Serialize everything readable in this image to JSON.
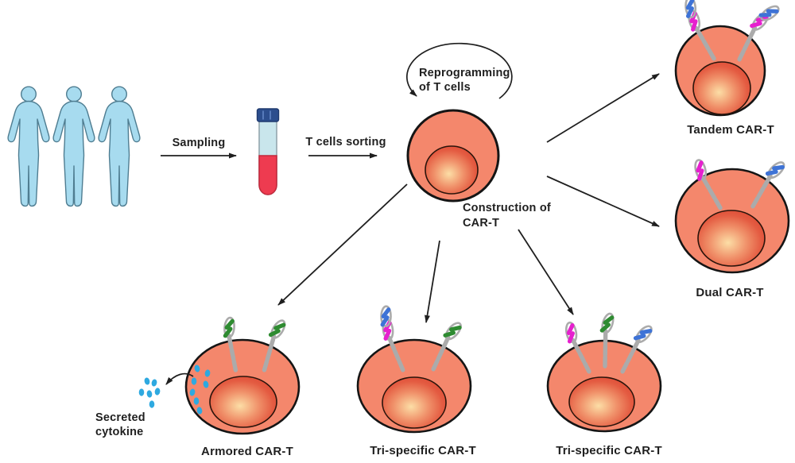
{
  "process": {
    "sampling_label": "Sampling",
    "sorting_label": "T cells sorting",
    "reprogramming_label": {
      "line1": "Reprogramming",
      "line2": "of T cells"
    },
    "construction_label": {
      "line1": "Construction of",
      "line2": "CAR-T"
    }
  },
  "cells": {
    "tandem": {
      "label": "Tandem CAR-T"
    },
    "dual": {
      "label": "Dual CAR-T"
    },
    "armored": {
      "label": "Armored CAR-T",
      "annotation": {
        "line1": "Secreted",
        "line2": "cytokine"
      }
    },
    "tri_mid": {
      "label": "Tri-specific CAR-T"
    },
    "tri_right": {
      "label": "Tri-specific CAR-T"
    }
  },
  "colors": {
    "cell_body": "#F4876C",
    "cell_outline": "#151515",
    "nucleus_center": "#FCDEA6",
    "nucleus_edge": "#DE4E37",
    "receptor_gray": "#ABABAB",
    "domain_magenta": "#E620CE",
    "domain_blue": "#3E73D6",
    "domain_green": "#2E8B31",
    "cytokine_blue": "#2EA9E0",
    "human_fill": "#A7DBEF",
    "human_outline": "#4F7D91",
    "tube_cap": "#2C4E8E",
    "tube_plasma": "#C9E6EC",
    "tube_blood": "#EE3B50",
    "arrow_black": "#1F1F1F"
  },
  "icons": {
    "patients": "human-silhouette-icon",
    "sample": "blood-tube-icon",
    "cell": "t-cell-icon",
    "receptor": "car-receptor-icon",
    "cytokine": "cytokine-dot-icon"
  }
}
